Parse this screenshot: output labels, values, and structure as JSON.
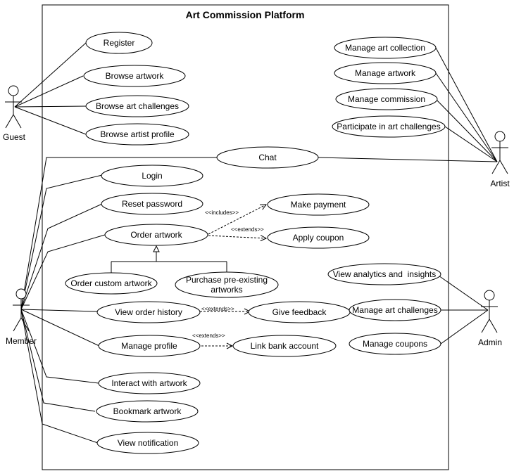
{
  "diagram": {
    "title": "Art Commission Platform",
    "actors": {
      "guest": "Guest",
      "member": "Member",
      "artist": "Artist",
      "admin": "Admin"
    },
    "use_cases": {
      "register": "Register",
      "browse_artwork": "Browse artwork",
      "browse_challenges": "Browse art challenges",
      "browse_artist": "Browse artist profile",
      "chat": "Chat",
      "login": "Login",
      "reset_password": "Reset password",
      "order_artwork": "Order artwork",
      "order_custom": "Order custom artwork",
      "purchase_line1": "Purchase pre-existing",
      "purchase_line2": "artworks",
      "view_order_history": "View order history",
      "manage_profile": "Manage profile",
      "interact_artwork": "Interact with artwork",
      "bookmark_artwork": "Bookmark artwork",
      "view_notification": "View notification",
      "make_payment": "Make payment",
      "apply_coupon": "Apply coupon",
      "give_feedback": "Give feedback",
      "link_bank": "Link bank account",
      "manage_collection": "Manage art collection",
      "manage_artwork": "Manage artwork",
      "manage_commission": "Manage commission",
      "participate_challenges": "Participate in art challenges",
      "view_analytics": "View analytics and  insights",
      "manage_challenges": "Manage art challenges",
      "manage_coupons": "Manage coupons"
    },
    "relations": {
      "includes": "<<includes>>",
      "extends": "<<extends>>"
    }
  }
}
